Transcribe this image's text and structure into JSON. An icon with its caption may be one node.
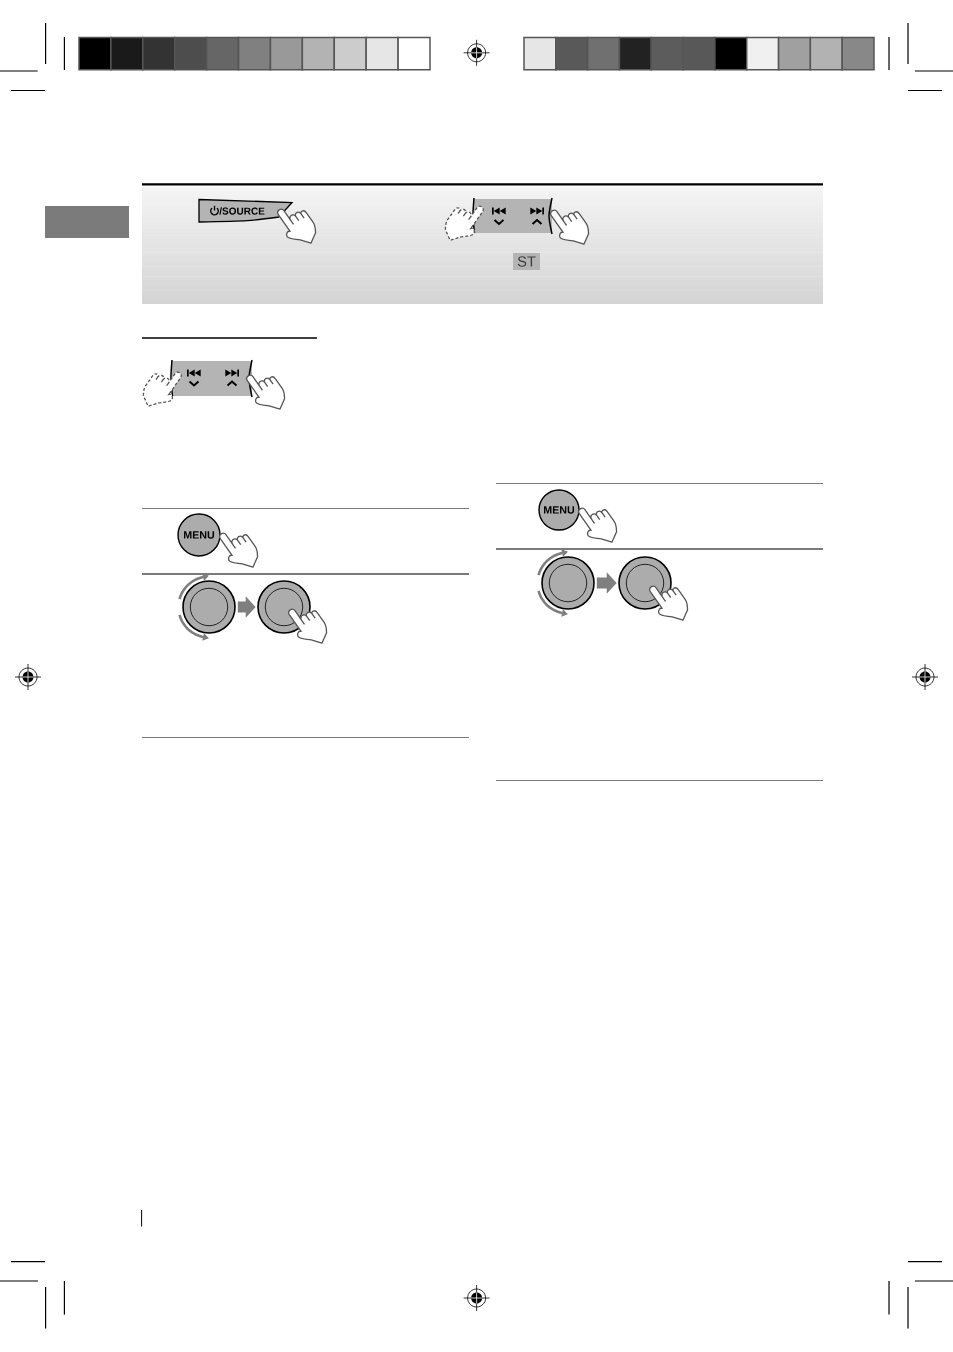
{
  "diagram": {
    "nodes": [
      {
        "text": [],
        "shape": "band"
      },
      {
        "text": [],
        "shape": "box"
      },
      {
        "text": [
          "/SOURCE"
        ],
        "in": 0
      },
      {
        "text": [],
        "shape": "box",
        "in": 0
      },
      {
        "text": [
          "ST"
        ],
        "in": 0
      },
      {
        "text": [],
        "shape": "box"
      },
      {
        "text": [
          "MENU"
        ]
      },
      {
        "text": [],
        "shape": "circle"
      },
      {
        "text": [],
        "shape": "circle"
      },
      {
        "text": [
          "MENU"
        ]
      },
      {
        "text": [],
        "shape": "circle"
      },
      {
        "text": [],
        "shape": "circle"
      }
    ],
    "edges": [
      {
        "from": 7,
        "to": 8,
        "arrow": "to"
      },
      {
        "from": 10,
        "to": 11,
        "arrow": "to"
      }
    ]
  }
}
